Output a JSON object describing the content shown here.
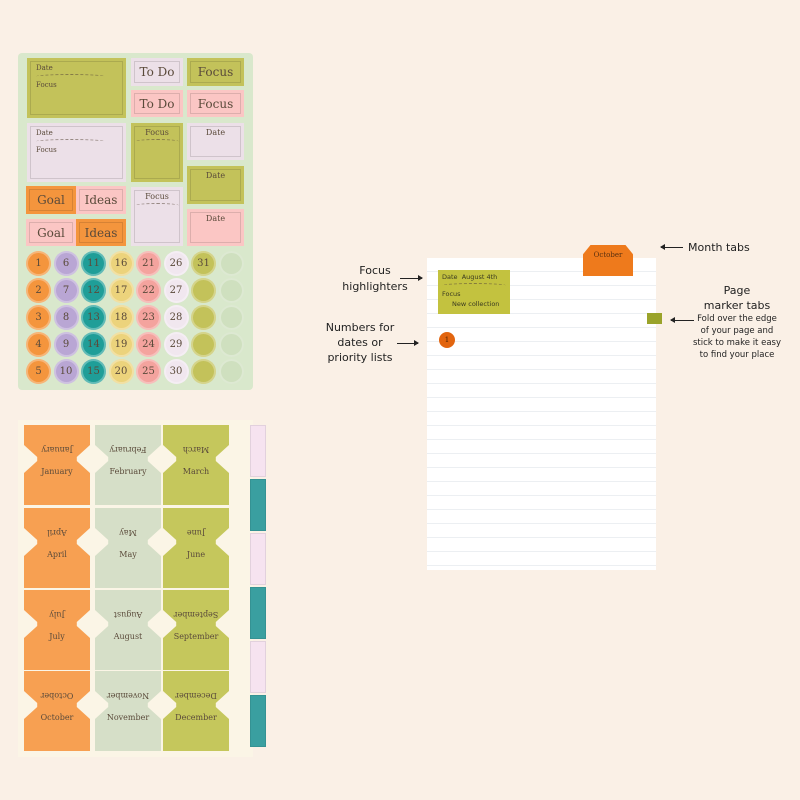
{
  "sheet1": {
    "note1": {
      "date": "Date",
      "focus": "Focus"
    },
    "note2": {
      "date": "Date",
      "focus": "Focus"
    },
    "todo": "To Do",
    "focus": "Focus",
    "date": "Date",
    "goal": "Goal",
    "ideas": "Ideas",
    "circles": [
      [
        "1",
        "2",
        "3",
        "4",
        "5"
      ],
      [
        "6",
        "7",
        "8",
        "9",
        "10"
      ],
      [
        "11",
        "12",
        "13",
        "14",
        "15"
      ],
      [
        "16",
        "17",
        "18",
        "19",
        "20"
      ],
      [
        "21",
        "22",
        "23",
        "24",
        "25"
      ],
      [
        "26",
        "27",
        "28",
        "29",
        "30"
      ],
      [
        "31",
        "",
        "",
        "",
        ""
      ],
      [
        "",
        "",
        "",
        "",
        ""
      ]
    ],
    "circle_colors": [
      "#f4953d",
      "#b9a6d4",
      "#1f9e98",
      "#ecd37c",
      "#f4a39e",
      "#f1e7ef",
      "#c3c25a",
      "#cfe0bf"
    ]
  },
  "sheet2": {
    "months": [
      "January",
      "February",
      "March",
      "April",
      "May",
      "June",
      "July",
      "August",
      "September",
      "October",
      "November",
      "December"
    ],
    "column_colors": [
      "#f7a052",
      "#d6dfc8",
      "#c5c75c"
    ],
    "strip_colors": [
      "#f6e3f0",
      "#3a9fa0"
    ]
  },
  "mockup": {
    "month_tab": "October",
    "focus_sticker": {
      "date_label": "Date",
      "date_value": "August 4th",
      "focus_label": "Focus",
      "focus_value": "New collection"
    },
    "number_sticker": "1"
  },
  "annotations": {
    "month_tabs": "Month tabs",
    "focus_highlighters": [
      "Focus",
      "highlighters"
    ],
    "numbers": [
      "Numbers for",
      "dates or",
      "priority lists"
    ],
    "page_marker_title": [
      "Page",
      "marker tabs"
    ],
    "page_marker_desc": [
      "Fold over the edge",
      "of your page and",
      "stick to make it easy",
      "to find your place"
    ]
  }
}
